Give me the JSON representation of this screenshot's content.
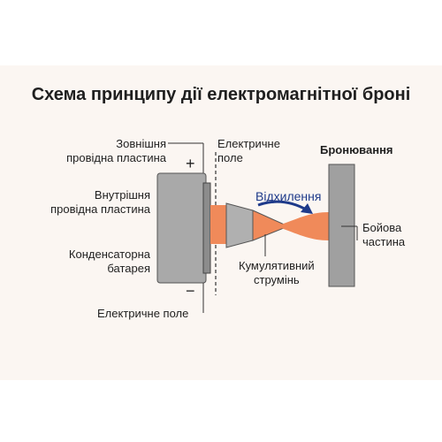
{
  "title": "Схема принципу дії електромагнітної броні",
  "labels": {
    "outer_plate_line1": "Зовнішня",
    "outer_plate_line2": "провідна пластина",
    "inner_plate_line1": "Внутрішня",
    "inner_plate_line2": "провідна пластина",
    "capacitor_line1": "Конденсаторна",
    "capacitor_line2": "батарея",
    "field_bottom": "Електричне поле",
    "field_top_line1": "Електричне",
    "field_top_line2": "поле",
    "deflection": "Відхилення",
    "jet_line1": "Кумулятивний",
    "jet_line2": "струмінь",
    "armor": "Бронювання",
    "warhead_line1": "Бойова",
    "warhead_line2": "частина",
    "plus": "+",
    "minus": "−"
  },
  "colors": {
    "background_panel": "#fbf6f2",
    "battery": "#a9a9a9",
    "plate": "#8c8c8c",
    "jet": "#f08a5a",
    "arrow": "#1e3a8a",
    "armor": "#a0a0a0"
  }
}
